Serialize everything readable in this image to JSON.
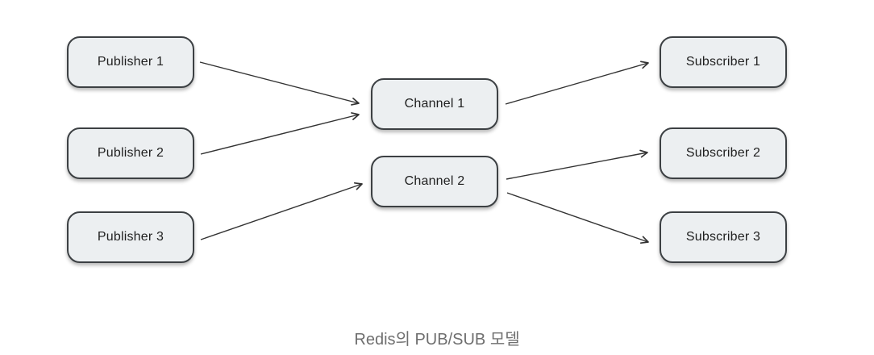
{
  "diagram": {
    "caption": "Redis의 PUB/SUB 모델",
    "nodes": [
      {
        "id": "publisher1",
        "label": "Publisher 1",
        "role": "publisher"
      },
      {
        "id": "publisher2",
        "label": "Publisher 2",
        "role": "publisher"
      },
      {
        "id": "publisher3",
        "label": "Publisher 3",
        "role": "publisher"
      },
      {
        "id": "channel1",
        "label": "Channel 1",
        "role": "channel"
      },
      {
        "id": "channel2",
        "label": "Channel 2",
        "role": "channel"
      },
      {
        "id": "subscriber1",
        "label": "Subscriber 1",
        "role": "subscriber"
      },
      {
        "id": "subscriber2",
        "label": "Subscriber 2",
        "role": "subscriber"
      },
      {
        "id": "subscriber3",
        "label": "Subscriber 3",
        "role": "subscriber"
      }
    ],
    "edges": [
      {
        "from": "publisher1",
        "to": "channel1"
      },
      {
        "from": "publisher2",
        "to": "channel1"
      },
      {
        "from": "publisher3",
        "to": "channel2"
      },
      {
        "from": "channel1",
        "to": "subscriber1"
      },
      {
        "from": "channel2",
        "to": "subscriber2"
      },
      {
        "from": "channel2",
        "to": "subscriber3"
      }
    ],
    "colors": {
      "node_fill": "#eceff1",
      "node_border": "#3c4043",
      "node_text": "#1f1f1f",
      "arrow": "#333333",
      "caption_text": "#6f6f6f",
      "background": "#ffffff"
    }
  }
}
